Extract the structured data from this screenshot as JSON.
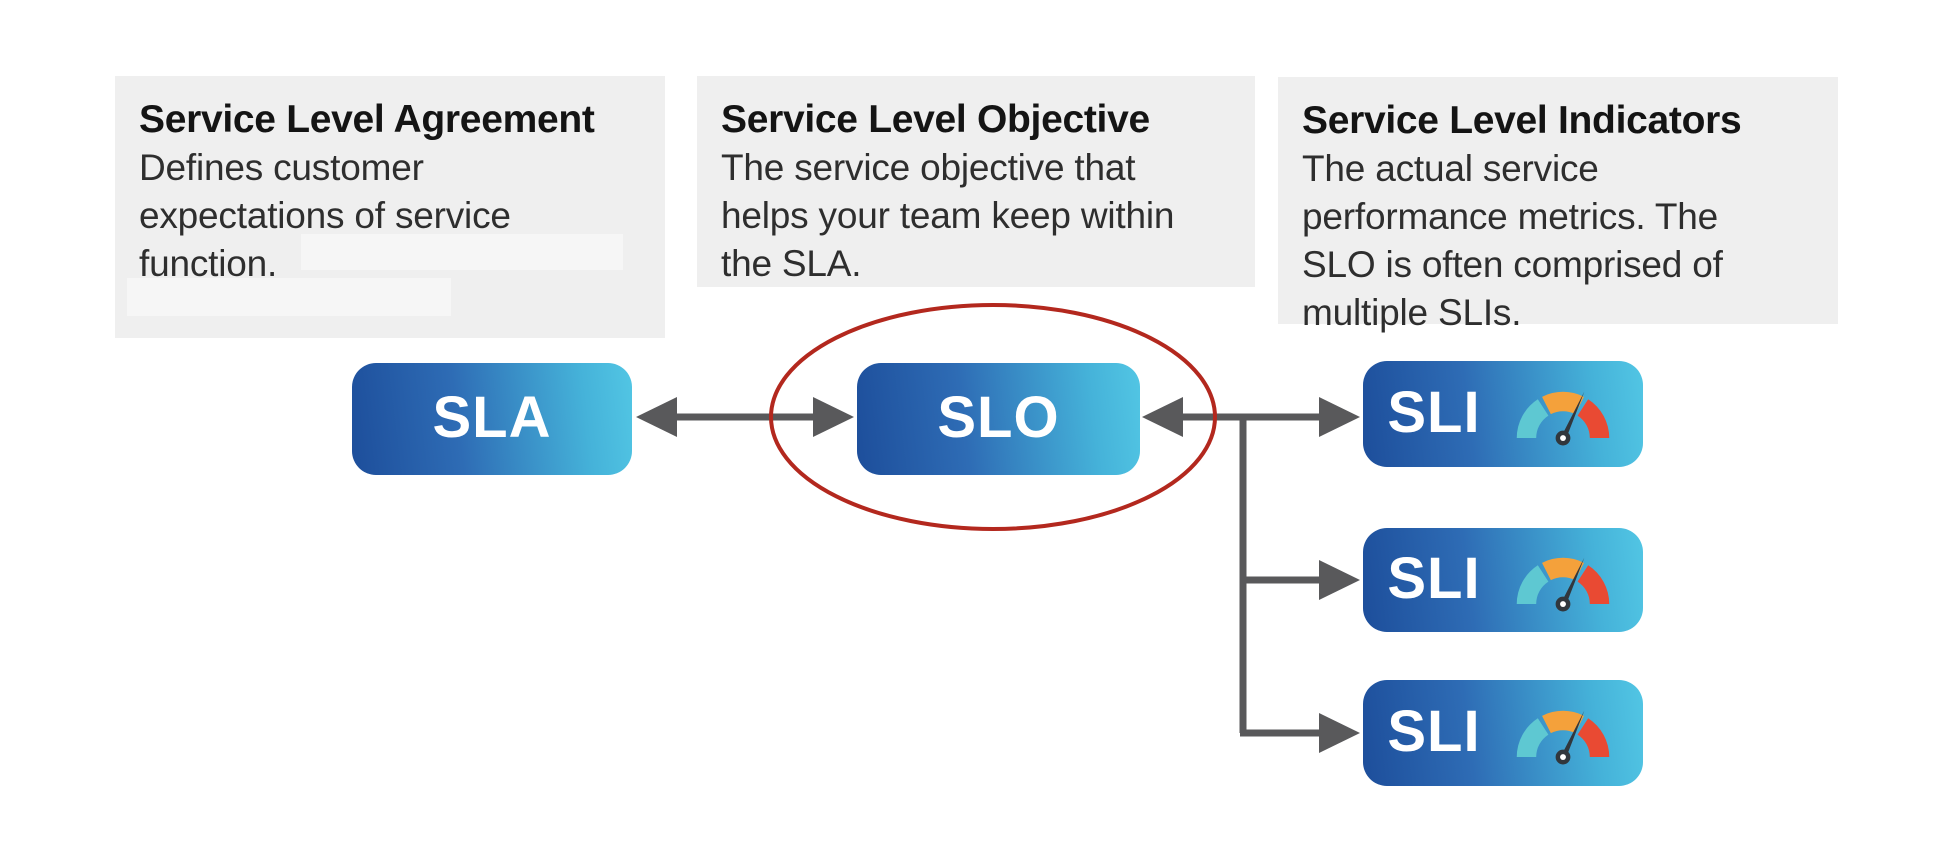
{
  "cards": [
    {
      "title": "Service Level Agreement",
      "body": "Defines customer expectations of service function.",
      "body_lines": [
        "Defines customer",
        "expectations of service",
        "function."
      ]
    },
    {
      "title": "Service Level Objective",
      "body": "The service objective that helps your team keep within the SLA.",
      "body_lines": [
        "The service objective that",
        "helps your team keep within",
        "the SLA."
      ]
    },
    {
      "title": "Service Level Indicators",
      "body": "The actual service performance metrics. The SLO is often comprised of multiple SLIs.",
      "body_lines": [
        "The actual service",
        "performance metrics. The",
        "SLO is often comprised of",
        "multiple SLIs."
      ]
    }
  ],
  "nodes": {
    "sla": {
      "label": "SLA"
    },
    "slo": {
      "label": "SLO",
      "highlighted": true
    },
    "sli": [
      {
        "label": "SLI",
        "icon": "gauge-icon"
      },
      {
        "label": "SLI",
        "icon": "gauge-icon"
      },
      {
        "label": "SLI",
        "icon": "gauge-icon"
      }
    ]
  },
  "annotation": {
    "shape": "red-ellipse",
    "around": "SLO"
  },
  "colors": {
    "node_gradient_start": "#1d4e9b",
    "node_gradient_end": "#52c6e4",
    "connector_gray": "#59595b",
    "highlight_red": "#b3281e",
    "card_background": "#efefef",
    "redaction_background": "#f6f6f6",
    "gauge_teal": "#5ec8d2",
    "gauge_orange": "#f4a13b",
    "gauge_red": "#e94a33",
    "gauge_needle": "#31373d",
    "node_text": "#ffffff",
    "title_text": "#141414",
    "body_text": "#2e2e2e"
  }
}
